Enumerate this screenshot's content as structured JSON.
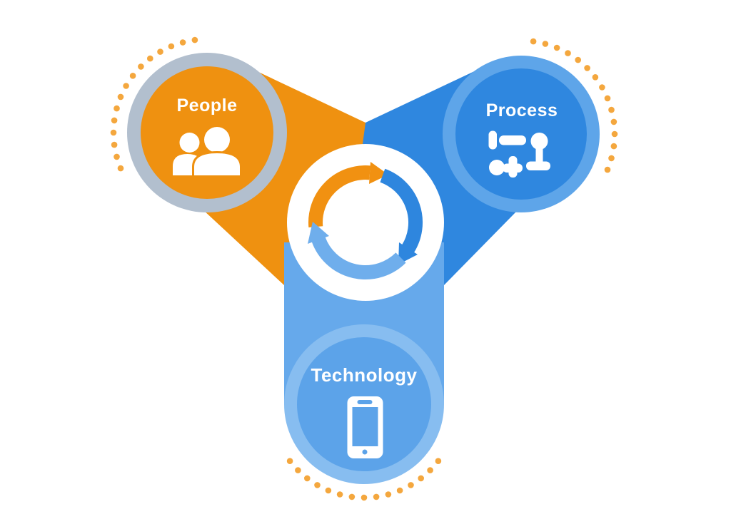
{
  "diagram": {
    "type": "cycle-diagram",
    "description": "People Process Technology cycle diagram",
    "nodes": [
      {
        "id": "people",
        "label": "People",
        "icon": "people-icon"
      },
      {
        "id": "process",
        "label": "Process",
        "icon": "process-flow-icon"
      },
      {
        "id": "technology",
        "label": "Technology",
        "icon": "smartphone-icon"
      }
    ],
    "center": {
      "icon": "cycle-arrows-icon"
    },
    "colors": {
      "background": "#FFFFFF",
      "people_orange": "#EF9110",
      "people_ring_gray": "#B2BFCE",
      "process_blue": "#2F87DF",
      "process_ring_blue": "#5EA5E9",
      "process_arm_blue": "#2F87DF",
      "tech_blue": "#5CA3E9",
      "tech_ring_blue": "#87BDF0",
      "tech_arm_blue": "#66A9EB",
      "dot_orange": "#F4A73E",
      "arrow_orange": "#F19111",
      "arrow_blue": "#2E86DE",
      "arrow_light_blue": "#6FAEEC",
      "hub_white": "#FFFFFF",
      "label_text": "#FFFFFF"
    }
  }
}
